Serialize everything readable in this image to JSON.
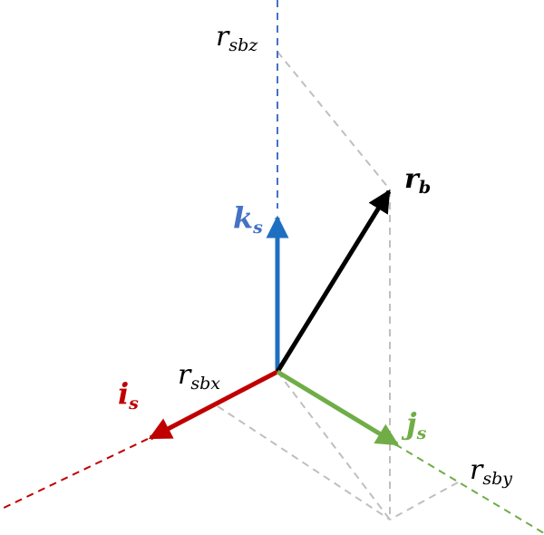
{
  "labels": {
    "r_b": {
      "main": "r",
      "sub": "b"
    },
    "k_s": {
      "main": "k",
      "sub": "s"
    },
    "i_s": {
      "main": "i",
      "sub": "s"
    },
    "j_s": {
      "main": "j",
      "sub": "s"
    },
    "r_sbz": {
      "main": "r",
      "sub": "sbz"
    },
    "r_sbx": {
      "main": "r",
      "sub": "sbx"
    },
    "r_sby": {
      "main": "r",
      "sub": "sby"
    }
  },
  "colors": {
    "k_axis": "#1f6fc1",
    "k_label": "#4472c4",
    "i_axis": "#c00000",
    "j_axis": "#70ad47",
    "r_vector": "#000000",
    "projection": "#bfbfbf"
  }
}
